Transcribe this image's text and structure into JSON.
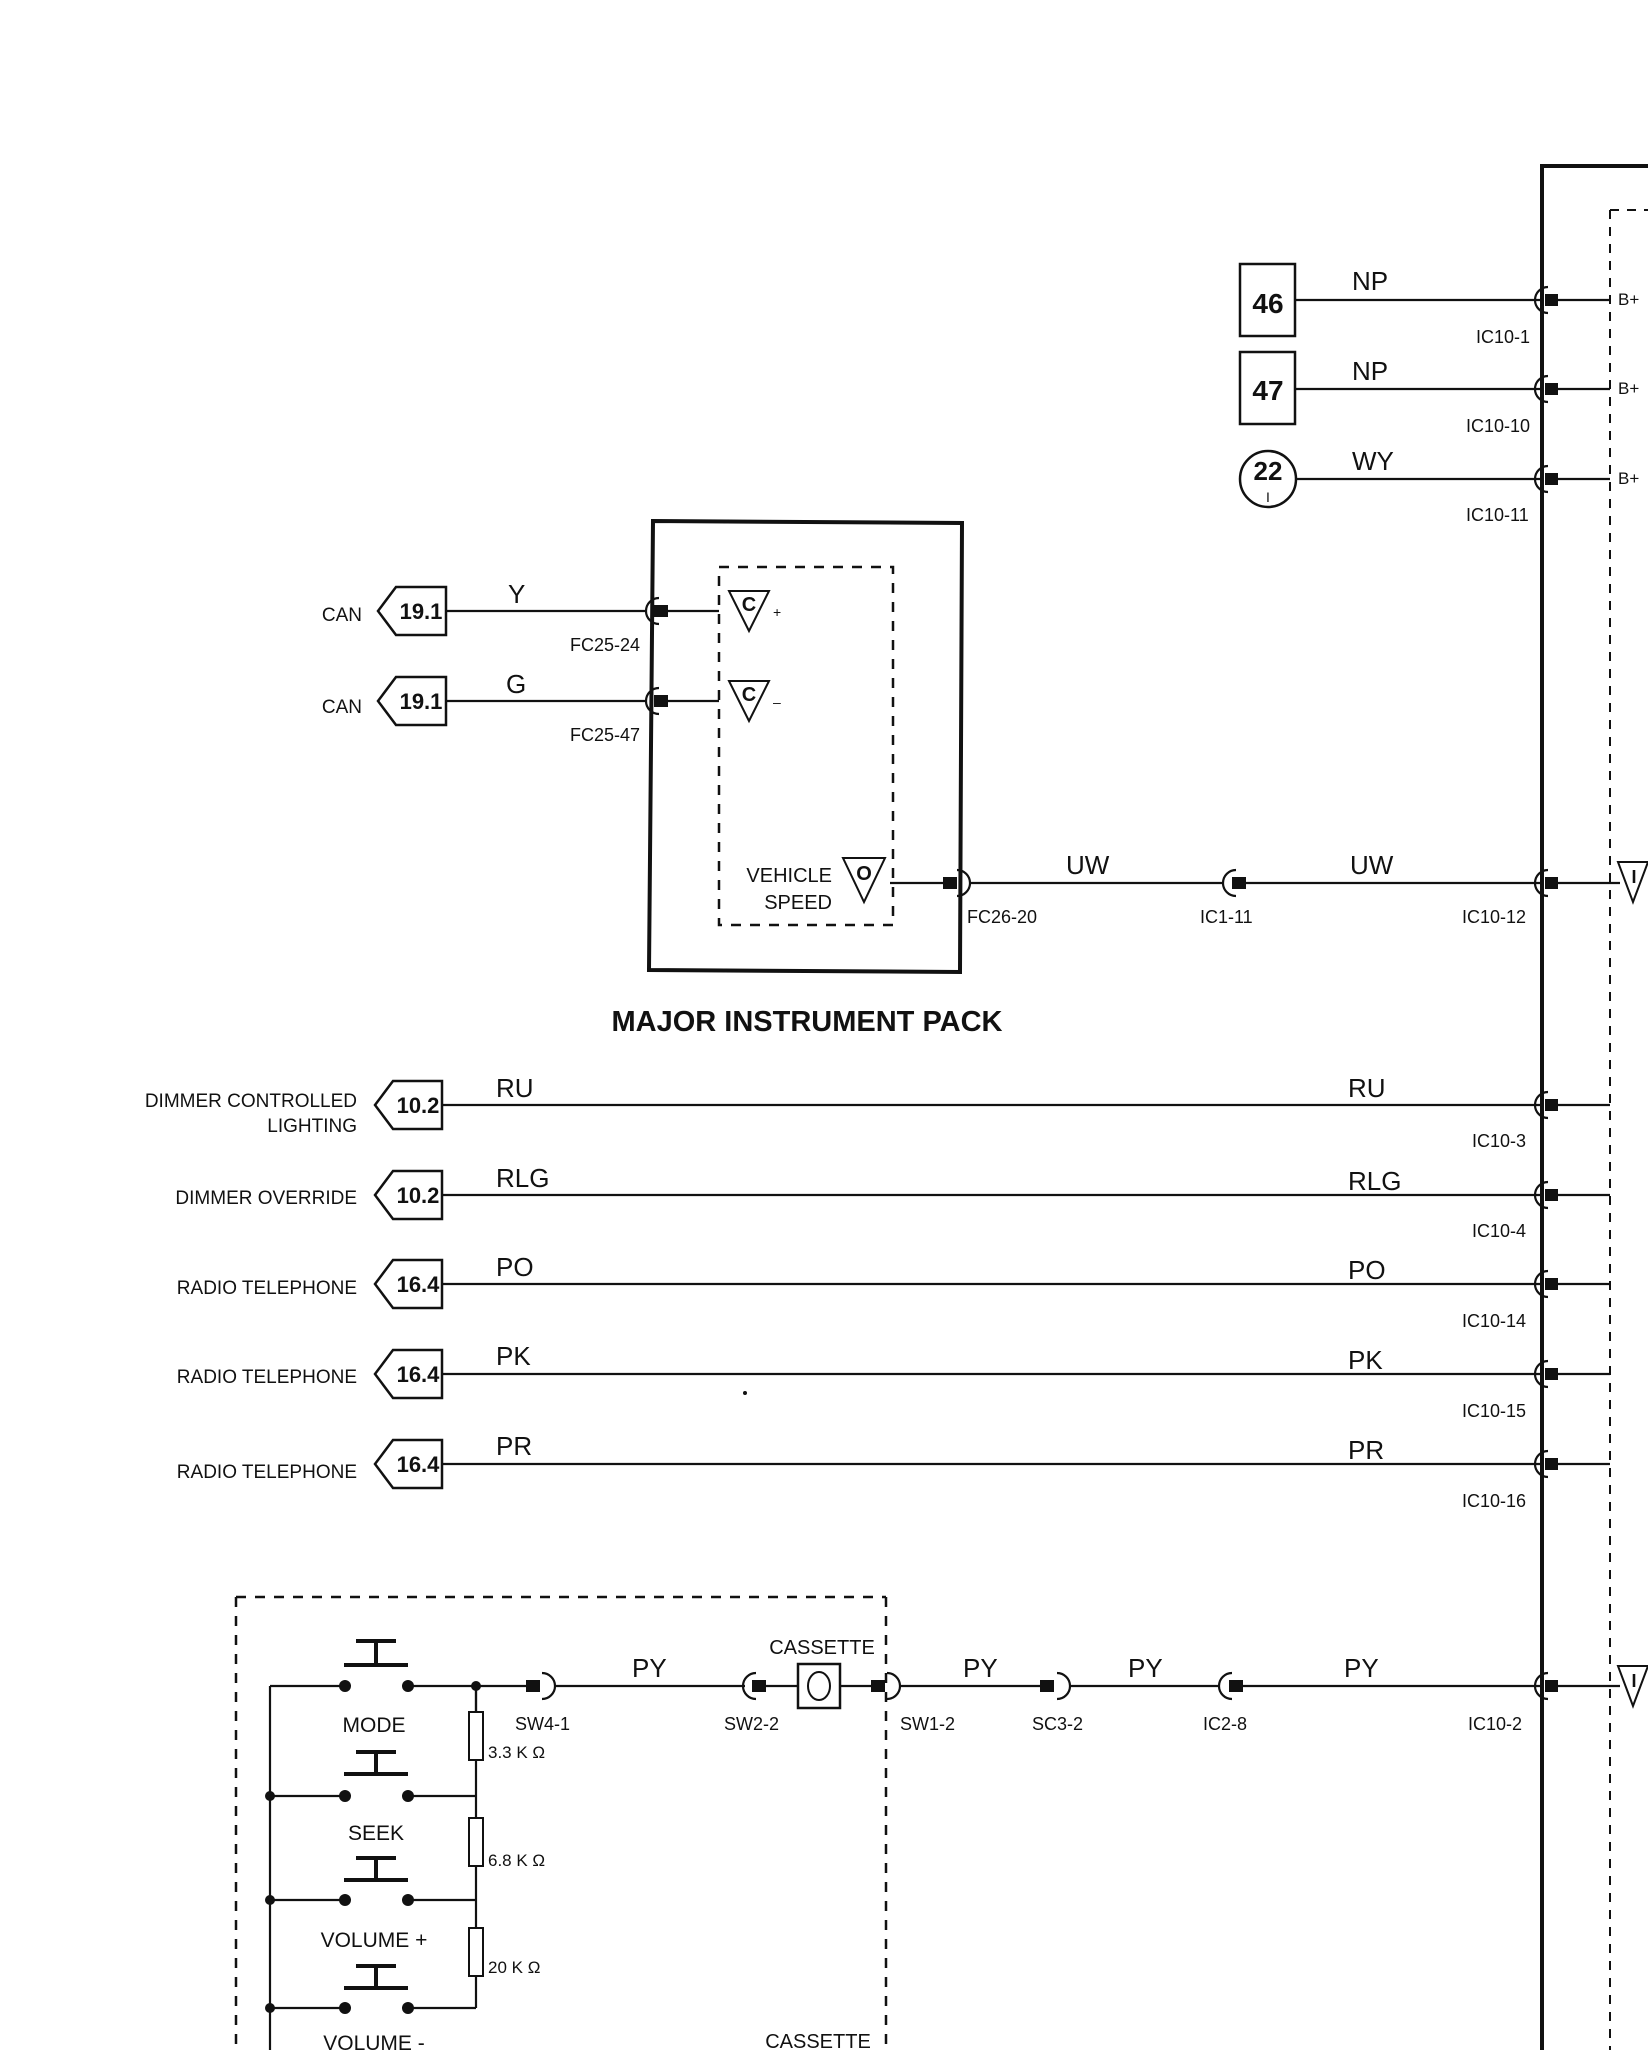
{
  "title": "MAJOR INSTRUMENT PACK",
  "connectors_right": [
    {
      "id": "46",
      "shape": "square",
      "wire": "NP",
      "pin": "IC10-1",
      "supply": "B+"
    },
    {
      "id": "47",
      "shape": "square",
      "wire": "NP",
      "pin": "IC10-10",
      "supply": "B+"
    },
    {
      "id": "22",
      "sub": "I",
      "shape": "circle",
      "wire": "WY",
      "pin": "IC10-11",
      "supply": "B+"
    }
  ],
  "can_inputs": [
    {
      "label": "CAN",
      "ref": "19.1",
      "wire": "Y",
      "pin": "FC25-24",
      "symbol": "C",
      "sign": "+"
    },
    {
      "label": "CAN",
      "ref": "19.1",
      "wire": "G",
      "pin": "FC25-47",
      "symbol": "C",
      "sign": "–"
    }
  ],
  "vehicle_speed": {
    "label_line1": "VEHICLE",
    "label_line2": "SPEED",
    "symbol": "O",
    "pin_out": "FC26-20",
    "wire1": "UW",
    "mid_pin": "IC1-11",
    "wire2": "UW",
    "pin_in": "IC10-12",
    "right_symbol": "I"
  },
  "signals": [
    {
      "label_line1": "DIMMER CONTROLLED",
      "label_line2": "LIGHTING",
      "ref": "10.2",
      "wire_left": "RU",
      "wire_right": "RU",
      "pin": "IC10-3"
    },
    {
      "label_line1": "DIMMER OVERRIDE",
      "label_line2": "",
      "ref": "10.2",
      "wire_left": "RLG",
      "wire_right": "RLG",
      "pin": "IC10-4"
    },
    {
      "label_line1": "RADIO TELEPHONE",
      "label_line2": "",
      "ref": "16.4",
      "wire_left": "PO",
      "wire_right": "PO",
      "pin": "IC10-14"
    },
    {
      "label_line1": "RADIO TELEPHONE",
      "label_line2": "",
      "ref": "16.4",
      "wire_left": "PK",
      "wire_right": "PK",
      "pin": "IC10-15"
    },
    {
      "label_line1": "RADIO TELEPHONE",
      "label_line2": "",
      "ref": "16.4",
      "wire_left": "PR",
      "wire_right": "PR",
      "pin": "IC10-16"
    }
  ],
  "switch_pack": {
    "buttons": [
      "MODE",
      "SEEK",
      "VOLUME +",
      "VOLUME -"
    ],
    "resistors": [
      "3.3 K Ω",
      "6.8 K Ω",
      "20 K Ω"
    ],
    "cassette_top": "CASSETTE",
    "cassette_bottom": "CASSETTE",
    "pins": [
      "SW4-1",
      "SW2-2",
      "SW1-2",
      "SC3-2",
      "IC2-8",
      "IC10-2"
    ],
    "wires": [
      "PY",
      "PY",
      "PY",
      "PY"
    ],
    "right_symbol": "I"
  }
}
